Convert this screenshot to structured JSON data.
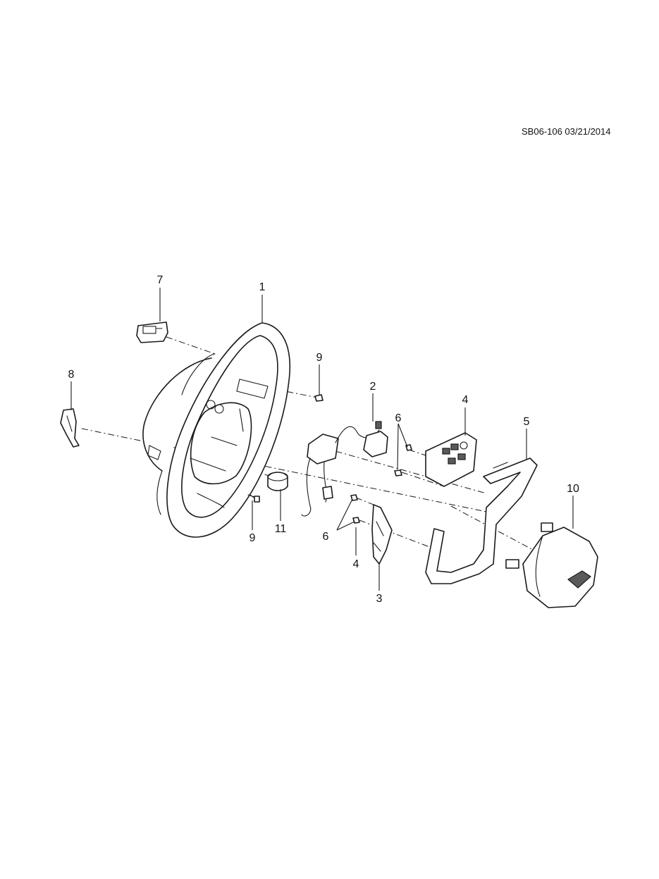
{
  "diagram": {
    "code": "SB06-106 03/21/2014",
    "callouts": [
      "1",
      "7",
      "9",
      "8",
      "2",
      "4",
      "6",
      "5",
      "10",
      "11",
      "9",
      "6",
      "4",
      "3"
    ]
  }
}
